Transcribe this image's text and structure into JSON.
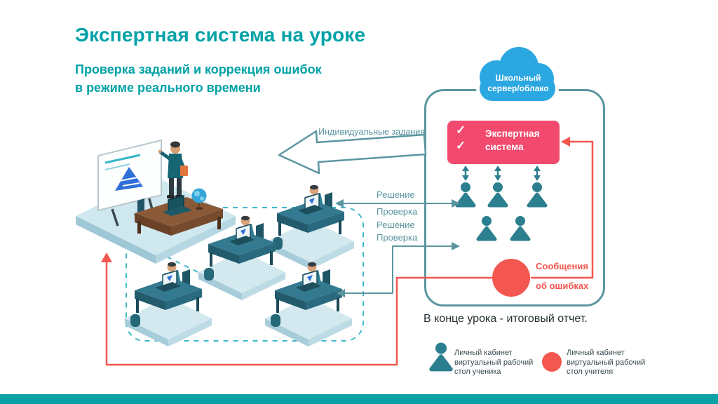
{
  "title": "Экспертная система на уроке",
  "subtitle": {
    "line1": "Проверка заданий и коррекция ошибок",
    "line2": "в режиме реального времени"
  },
  "cloud": {
    "line1": "Школьный",
    "line2": "сервер/облако"
  },
  "expert_system": {
    "line1": "Экспертная",
    "line2": "система",
    "check_icon": "✓"
  },
  "labels": {
    "individual_tasks": "Индивидуальные задания",
    "solution": "Решение",
    "check": "Проверка",
    "errors_line1": "Сообщения",
    "errors_line2": "об ошибках",
    "final_report": "В конце урока - итоговый отчет."
  },
  "legend": {
    "student": {
      "line1": "Личный кабинет",
      "line2": "виртуальный рабочий",
      "line3": "стол ученика"
    },
    "teacher": {
      "line1": "Личный кабинет",
      "line2": "виртуальный рабочий",
      "line3": "стол учителя"
    }
  },
  "colors": {
    "accent_teal": "#00a2a7",
    "line_teal": "#5b96a0",
    "cloud_blue": "#2ba7e2",
    "expert_pink": "#f24a6e",
    "alert_red": "#f4574f",
    "person_teal": "#2b7f8e"
  }
}
